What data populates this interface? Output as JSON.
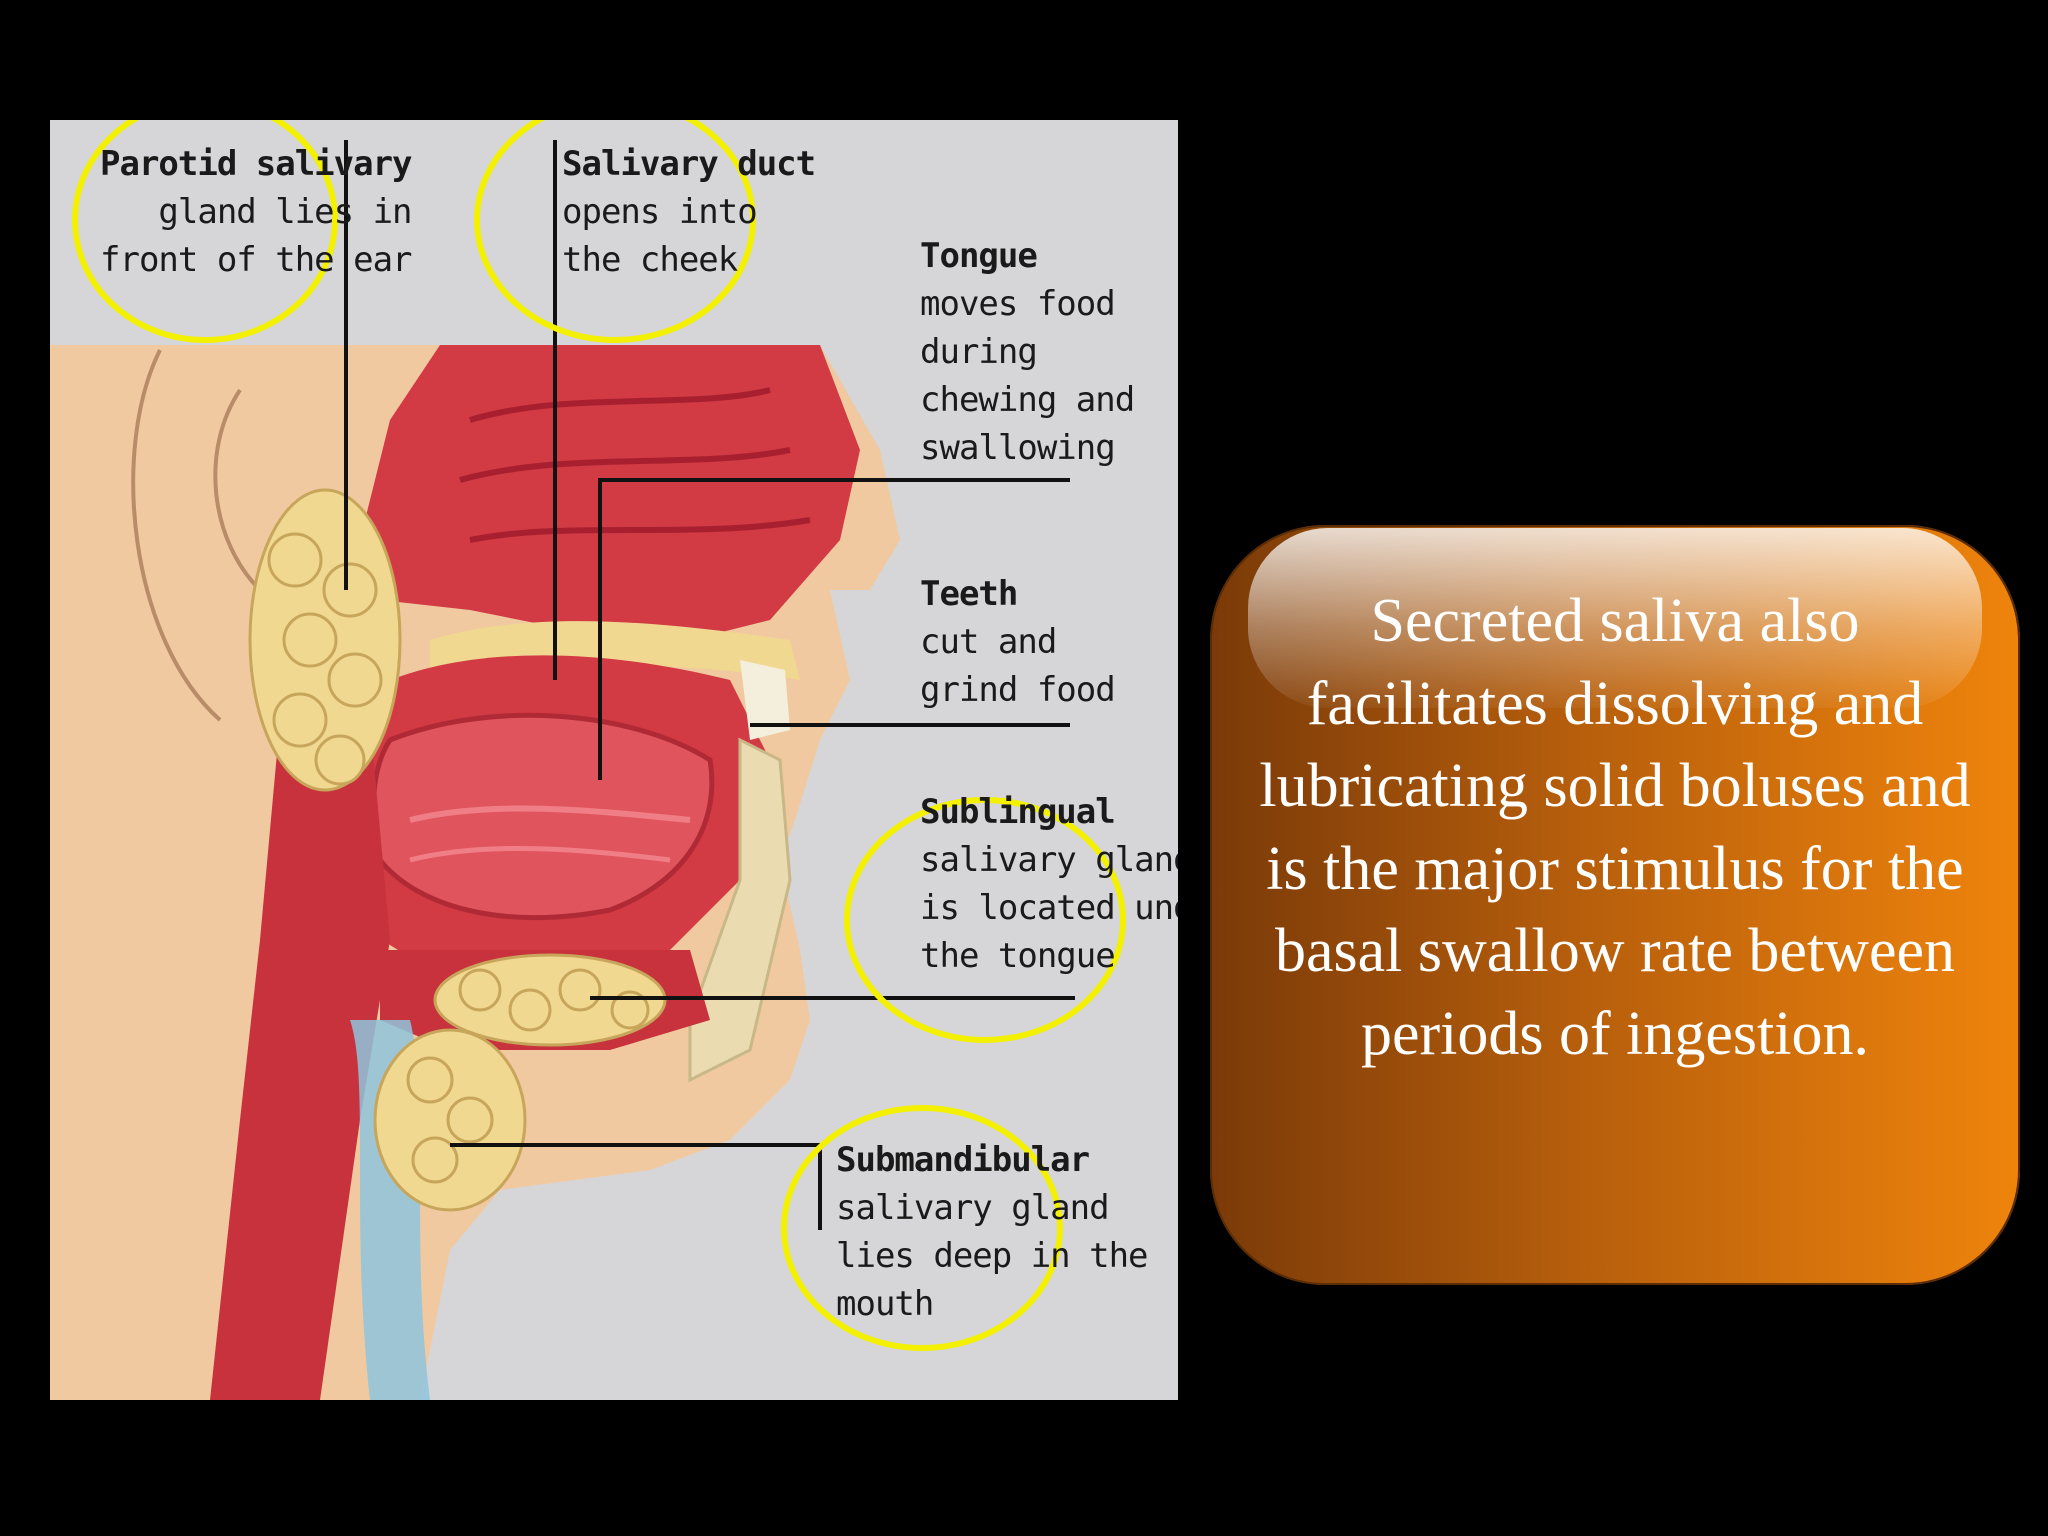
{
  "figure": {
    "labels": {
      "parotid": {
        "title": "Parotid salivary",
        "lines": [
          "gland lies in",
          "front of the ear"
        ]
      },
      "duct": {
        "title": "Salivary duct",
        "lines": [
          "opens into",
          "the cheek"
        ]
      },
      "tongue": {
        "title": "Tongue",
        "lines": [
          "moves food",
          "during",
          "chewing and",
          "swallowing"
        ]
      },
      "teeth": {
        "title": "Teeth",
        "lines": [
          "cut and",
          "grind food"
        ]
      },
      "sublingual": {
        "title": "Sublingual",
        "lines": [
          "salivary gland",
          "is located under",
          "the tongue"
        ]
      },
      "submandibular": {
        "title": "Submandibular",
        "lines": [
          "salivary gland",
          "lies deep in the",
          "mouth"
        ]
      }
    },
    "colors": {
      "highlight_circle": "#f3f000",
      "tissue_red": "#d23a44",
      "gland_yellow": "#f0d890",
      "skin": "#f1c9a0"
    }
  },
  "callout": {
    "text": "Secreted saliva also facilitates dissolving and lubricating solid boluses and is the major stimulus for the basal swallow rate between periods of ingestion.",
    "colors": {
      "dark": "#7a3a08",
      "light": "#ef840c"
    }
  }
}
